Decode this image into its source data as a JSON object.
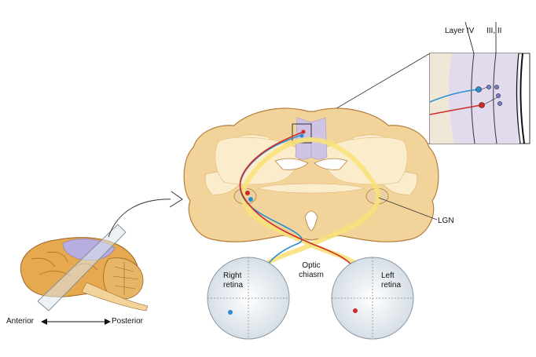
{
  "labels": {
    "layer_iv": "Layer IV",
    "layers_iii_ii": "III, II",
    "lgn": "LGN",
    "optic_chiasm_line1": "Optic",
    "optic_chiasm_line2": "chiasm",
    "right_retina_line1": "Right",
    "right_retina_line2": "retina",
    "left_retina_line1": "Left",
    "left_retina_line2": "retina",
    "anterior": "Anterior",
    "posterior": "Posterior"
  },
  "colors": {
    "tissue": "#f2d49b",
    "tissue_outline": "#c08a46",
    "white_matter": "#fbeccb",
    "cortex_highlight": "#cfc4e4",
    "left_eye_pathway": "#d02a2a",
    "right_eye_pathway": "#2a8fd0",
    "optic_radiation": "#f8e27a",
    "retina_fill": "#eef2f6"
  }
}
